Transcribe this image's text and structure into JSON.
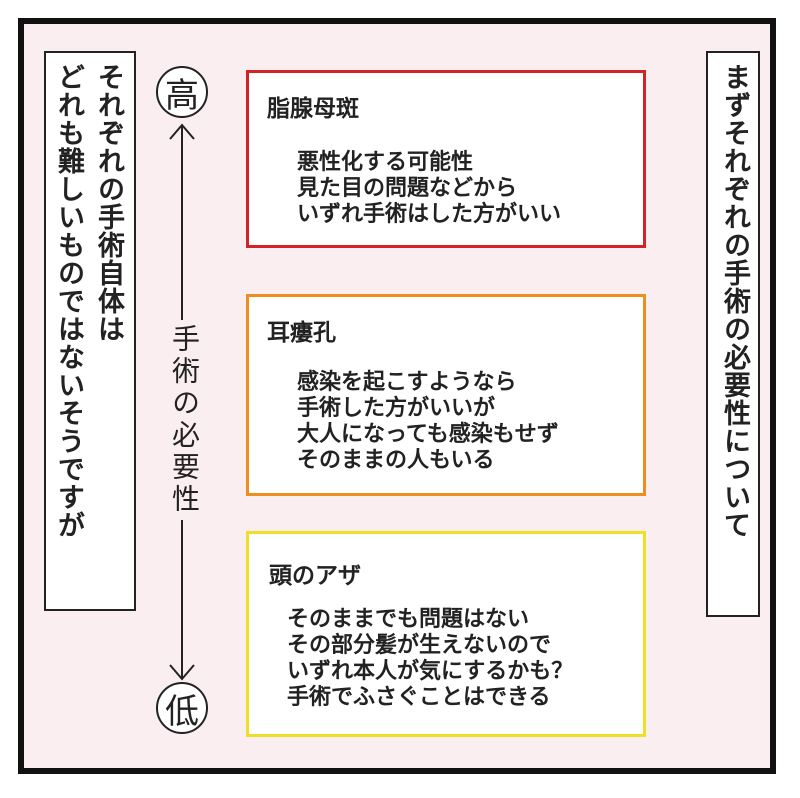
{
  "left_caption": "それぞれの手術自体は\nどれも難しいものではないそうですが",
  "right_caption": "まずそれぞれの手術の必要性について",
  "axis": {
    "high_label": "高",
    "low_label": "低",
    "label": "手術の必要性"
  },
  "cards": [
    {
      "title": "脂腺母斑",
      "body": "悪性化する可能性\n見た目の問題などから\nいずれ手術はした方がいい",
      "border_color": "#d42229"
    },
    {
      "title": "耳瘻孔",
      "body": "感染を起こすようなら\n手術した方がいいが\n大人になっても感染もせず\nそのままの人もいる",
      "border_color": "#ef8e1f"
    },
    {
      "title": "頭のアザ",
      "body": "そのままでも問題はない\nその部分髪が生えないので\nいずれ本人が気にするかも？\n手術でふさぐことはできる",
      "border_color": "#f0df26"
    }
  ]
}
